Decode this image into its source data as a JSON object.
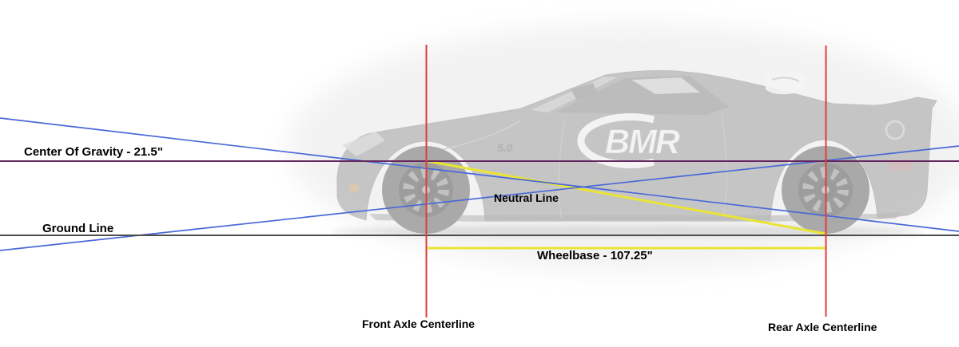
{
  "diagram": {
    "labels": {
      "center_of_gravity": "Center Of Gravity - 21.5\"",
      "ground_line": "Ground Line",
      "neutral_line": "Neutral Line",
      "wheelbase": "Wheelbase - 107.25\"",
      "front_axle_centerline": "Front Axle Centerline",
      "rear_axle_centerline": "Rear Axle Centerline"
    },
    "measurements": {
      "center_of_gravity_height": "21.5\"",
      "wheelbase": "107.25\""
    },
    "car": {
      "logo_text": "BMR",
      "badge_text": "5.0"
    }
  },
  "colors": {
    "line_blue": "#4a68d8",
    "line_red": "#e23b3b",
    "line_yellow": "#e9e435",
    "line_purple": "#65265e",
    "line_ground": "#4d4d4d",
    "label_text": "#000000",
    "background": "#ffffff"
  }
}
